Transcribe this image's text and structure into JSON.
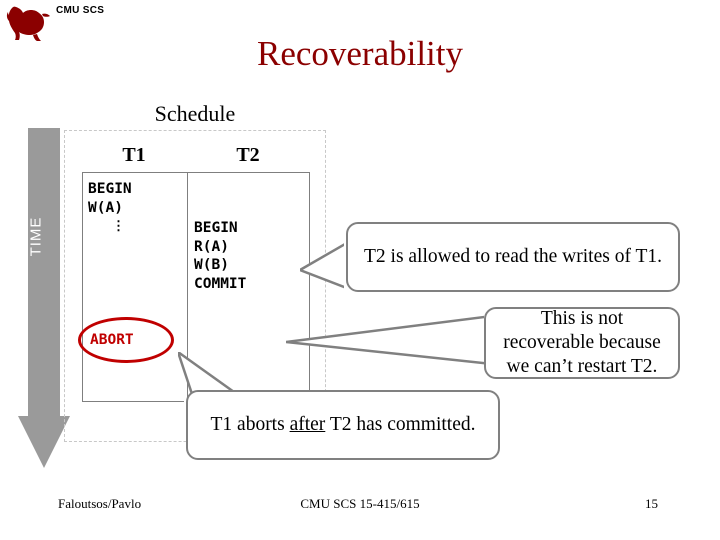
{
  "header": {
    "org_label": "CMU SCS",
    "logo_icon": "scottie-dog-logo"
  },
  "title": "Recoverability",
  "time_axis": {
    "label": "TIME",
    "icon": "down-arrow-icon"
  },
  "schedule": {
    "label": "Schedule",
    "columns": [
      {
        "name": "T1",
        "ops": "BEGIN\nW(A)"
      },
      {
        "name": "T2",
        "ops": "BEGIN\nR(A)\nW(B)\nCOMMIT"
      }
    ],
    "t1_continuation": "⋮",
    "t1_abort": "ABORT",
    "abort_highlight_color": "#c00000"
  },
  "callouts": [
    {
      "text": "T2 is allowed to read the writes of T1."
    },
    {
      "text": "This is not recoverable because we can’t restart T2."
    },
    {
      "text_before": "T1 aborts ",
      "text_underlined": "after",
      "text_after": " T2 has committed."
    }
  ],
  "footer": {
    "left": "Faloutsos/Pavlo",
    "center": "CMU SCS 15-415/615",
    "page_number": "15"
  },
  "colors": {
    "title": "#8b0000",
    "arrow": "#9a9a9a",
    "callout_border": "#808080",
    "abort_red": "#c00000"
  }
}
